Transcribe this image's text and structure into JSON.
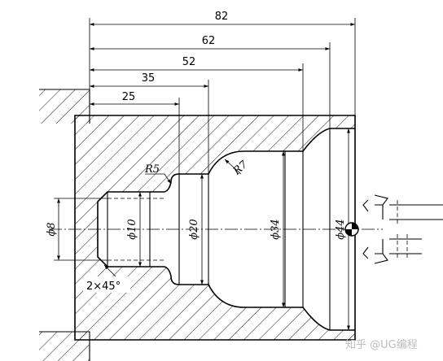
{
  "dimensions": {
    "length_82": "82",
    "length_62": "62",
    "length_52": "52",
    "length_35": "35",
    "length_25": "25",
    "radius_r5": "R5",
    "radius_r7": "R7",
    "dia_8": "ϕ8",
    "dia_10": "ϕ10",
    "dia_20": "ϕ20",
    "dia_34": "ϕ34",
    "dia_44": "ϕ44",
    "chamfer": "2×45°"
  },
  "watermark": "知乎 @UG编程",
  "colors": {
    "line": "#000000",
    "background": "#ffffff",
    "watermark": "#bdbdbd"
  }
}
